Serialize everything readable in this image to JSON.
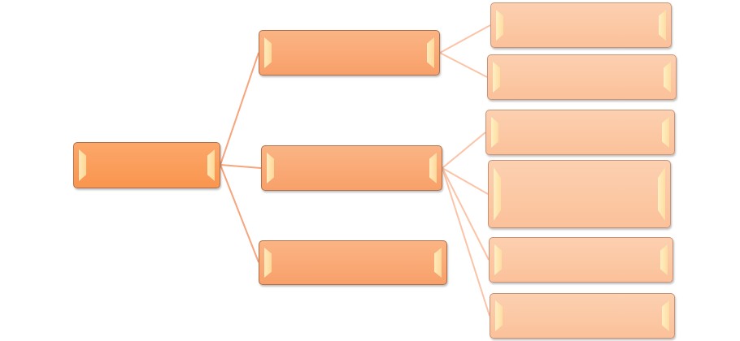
{
  "diagram": {
    "type": "hierarchy",
    "colors": {
      "root": "#f99a56",
      "level1": "#f9a874",
      "level2": "#fbc8a4",
      "root_links": "#f7a57c",
      "child_links": "#fbc4a8"
    },
    "root": {
      "label": ""
    },
    "level1": [
      {
        "label": ""
      },
      {
        "label": ""
      },
      {
        "label": ""
      }
    ],
    "level2": [
      {
        "label": "",
        "parent": 0
      },
      {
        "label": "",
        "parent": 0
      },
      {
        "label": "",
        "parent": 1
      },
      {
        "label": "",
        "parent": 1
      },
      {
        "label": "",
        "parent": 1
      },
      {
        "label": "",
        "parent": 1
      }
    ]
  }
}
